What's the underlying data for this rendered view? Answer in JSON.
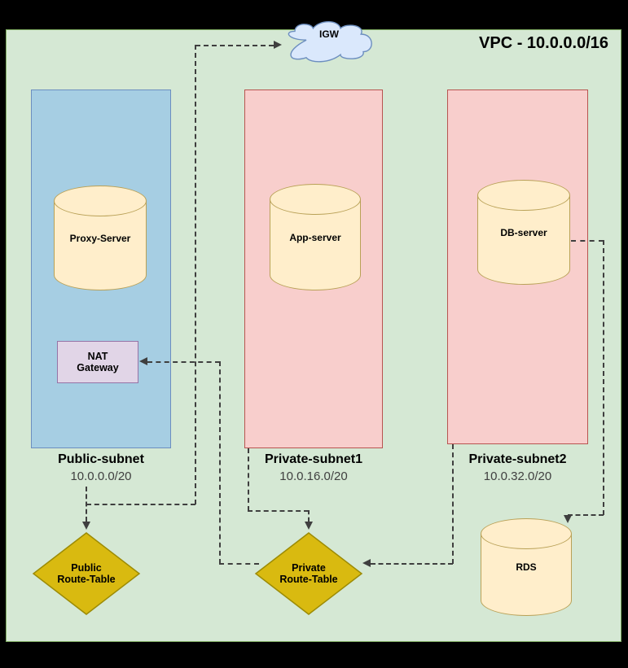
{
  "diagram": {
    "vpc_title": "VPC - 10.0.0.0/16",
    "igw_label": "IGW",
    "subnets": [
      {
        "name": "Public-subnet",
        "cidr": "10.0.0.0/20",
        "server": "Proxy-Server"
      },
      {
        "name": "Private-subnet1",
        "cidr": "10.0.16.0/20",
        "server": "App-server"
      },
      {
        "name": "Private-subnet2",
        "cidr": "10.0.32.0/20",
        "server": "DB-server"
      }
    ],
    "nat_gateway_label": "NAT\nGateway",
    "route_tables": [
      {
        "label": "Public\nRoute-Table"
      },
      {
        "label": "Private\nRoute-Table"
      }
    ],
    "rds_label": "RDS",
    "colors": {
      "background": "#000000",
      "vpc_fill": "#d5e8d4",
      "vpc_border": "#7daa60",
      "public_subnet_fill": "#a6cee3",
      "public_subnet_border": "#6c8ebf",
      "private_subnet_fill": "#f8cecc",
      "private_subnet_border": "#b85450",
      "cylinder_fill": "#ffeecb",
      "cylinder_border": "#b9a157",
      "nat_fill": "#e1d5e7",
      "nat_border": "#9673a6",
      "route_table_fill": "#d9ba10",
      "cloud_fill": "#dae8fc",
      "cloud_border": "#6c8ebf",
      "connector_color": "#3f3f3f"
    }
  }
}
